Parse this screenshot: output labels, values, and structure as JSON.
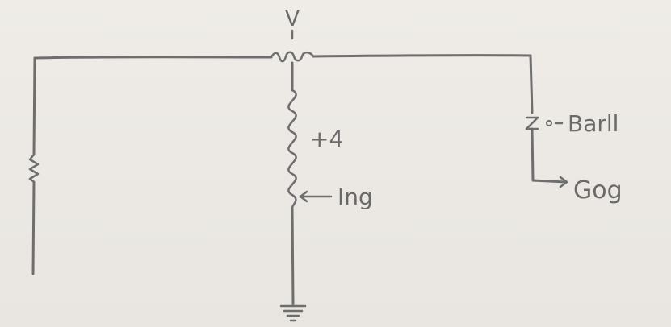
{
  "diagram": {
    "labels": {
      "top_node": "V",
      "middle_upper": "+4",
      "middle_lower": "Ing",
      "right_upper": "Barll",
      "right_lower": "Gog"
    },
    "colors": {
      "ink": "#6e6e6e",
      "paper": "#edeae5"
    },
    "icons": {
      "left_resistor": "resistor-icon",
      "middle_resistor": "resistor-icon",
      "right_component": "capacitor-icon",
      "ground": "ground-icon"
    }
  }
}
